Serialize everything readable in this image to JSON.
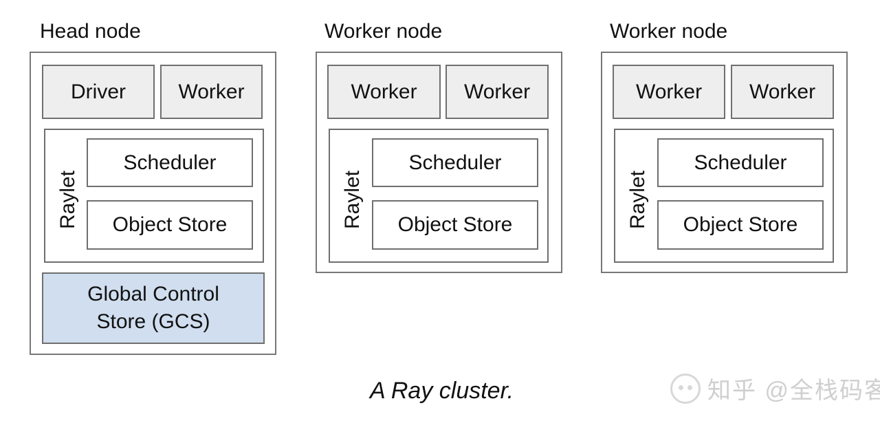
{
  "nodes": [
    {
      "title": "Head node",
      "processes": [
        "Driver",
        "Worker"
      ],
      "raylet": {
        "label": "Raylet",
        "components": [
          "Scheduler",
          "Object Store"
        ]
      },
      "gcs": {
        "line1": "Global Control",
        "line2": "Store (GCS)"
      }
    },
    {
      "title": "Worker node",
      "processes": [
        "Worker",
        "Worker"
      ],
      "raylet": {
        "label": "Raylet",
        "components": [
          "Scheduler",
          "Object Store"
        ]
      }
    },
    {
      "title": "Worker node",
      "processes": [
        "Worker",
        "Worker"
      ],
      "raylet": {
        "label": "Raylet",
        "components": [
          "Scheduler",
          "Object Store"
        ]
      }
    }
  ],
  "caption": "A Ray cluster.",
  "watermark": {
    "icon": "zhihu-wechat-icon",
    "text": "知乎 @全栈码客"
  },
  "colors": {
    "process_fill": "#eeeeee",
    "gcs_fill": "#d0deef",
    "border": "#777777"
  }
}
